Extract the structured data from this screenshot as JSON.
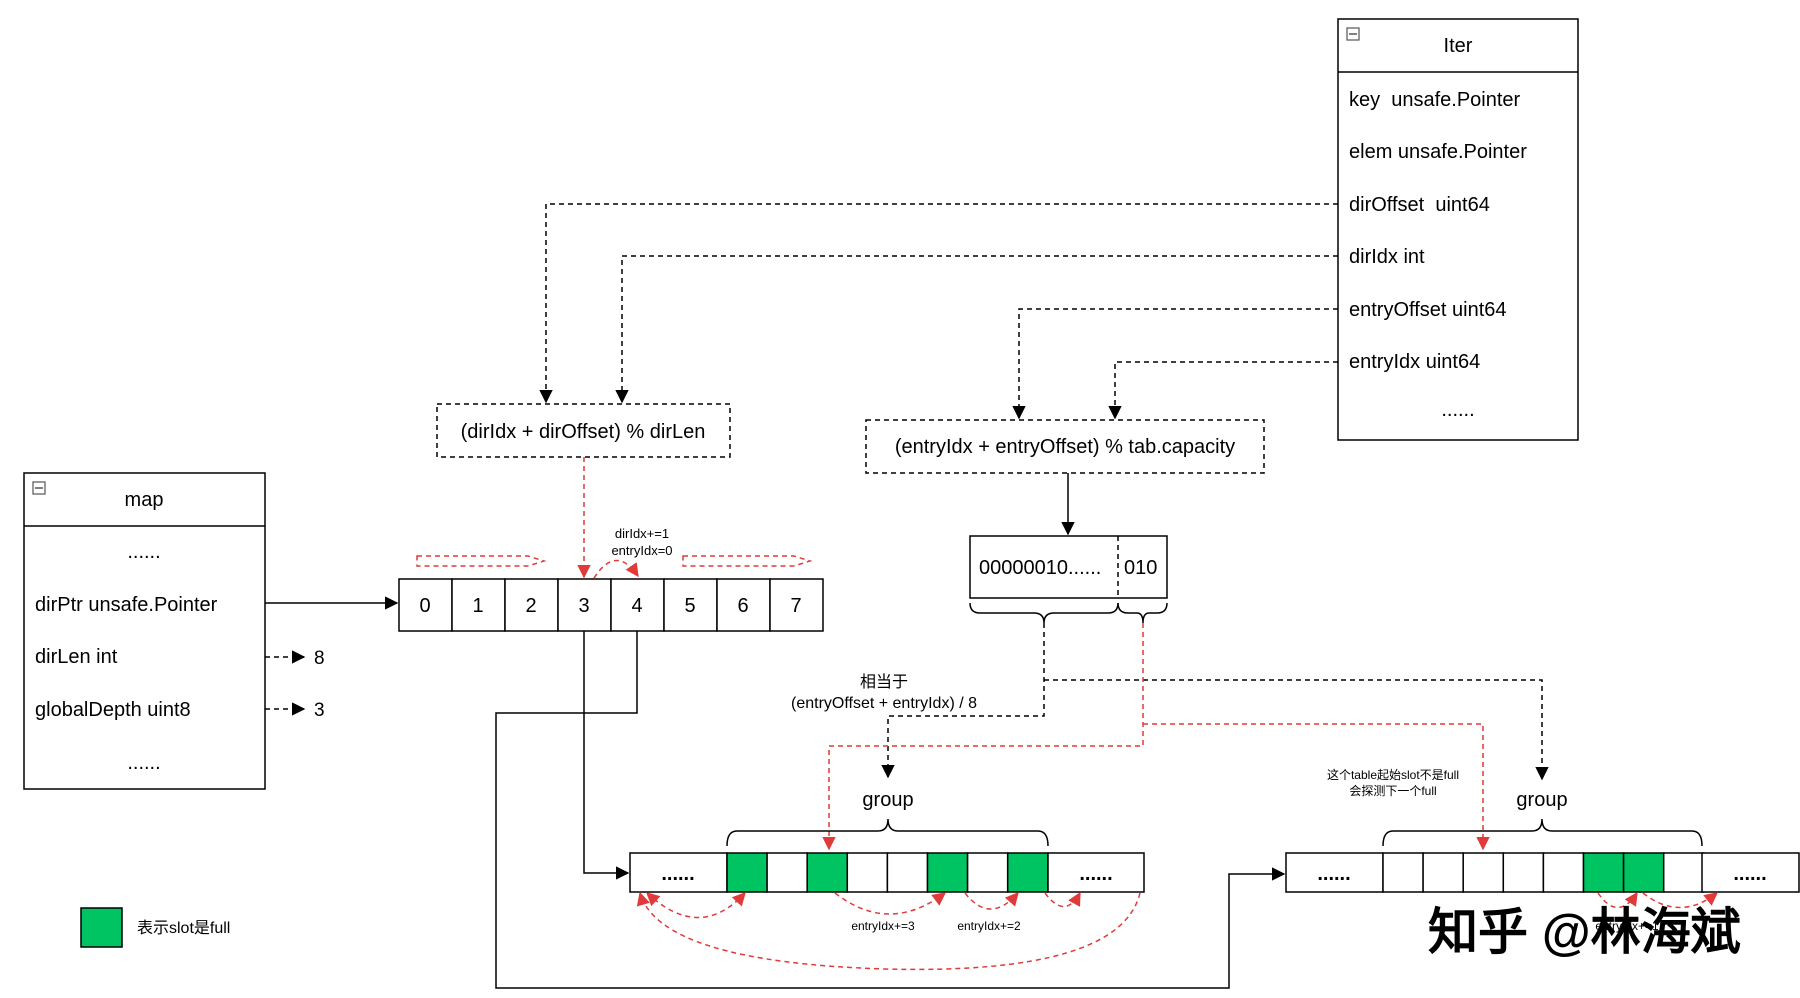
{
  "iter": {
    "title": "Iter",
    "fields": [
      "key  unsafe.Pointer",
      "elem unsafe.Pointer",
      "dirOffset  uint64",
      "dirIdx int",
      "entryOffset uint64",
      "entryIdx uint64",
      "......"
    ]
  },
  "map": {
    "title": "map",
    "fields": [
      "......",
      "dirPtr unsafe.Pointer",
      "dirLen int",
      "globalDepth uint8",
      "......"
    ],
    "dirLen_value": "8",
    "globalDepth_value": "3"
  },
  "formulas": {
    "dir": "(dirIdx + dirOffset) % dirLen",
    "entry": "(entryIdx + entryOffset) % tab.capacity"
  },
  "directory": {
    "cells": [
      "0",
      "1",
      "2",
      "3",
      "4",
      "5",
      "6",
      "7"
    ],
    "step_label_1": "dirIdx+=1",
    "step_label_2": "entryIdx=0"
  },
  "bits": {
    "high": "00000010......",
    "low": "010"
  },
  "equivalent": {
    "line1": "相当于",
    "line2": "(entryOffset + entryIdx) / 8"
  },
  "group_label": "group",
  "table1": {
    "ellipsis_left": "......",
    "ellipsis_right": "......",
    "slots_full": [
      true,
      false,
      true,
      false,
      false,
      true,
      false,
      true
    ],
    "step_labels": [
      "entryIdx+=3",
      "entryIdx+=2"
    ]
  },
  "table2": {
    "ellipsis_left": "......",
    "ellipsis_right": "......",
    "slots_full": [
      false,
      false,
      false,
      false,
      false,
      true,
      true,
      false
    ],
    "note_line1": "这个table起始slot不是full",
    "note_line2": "会探测下一个full",
    "step_label": "entryIdx+=1"
  },
  "legend": {
    "label": "表示slot是full"
  },
  "watermark": "知乎 @林海斌",
  "colors": {
    "full_slot": "#00c462",
    "probe_arrow": "#e03a3a",
    "line": "#000000"
  }
}
